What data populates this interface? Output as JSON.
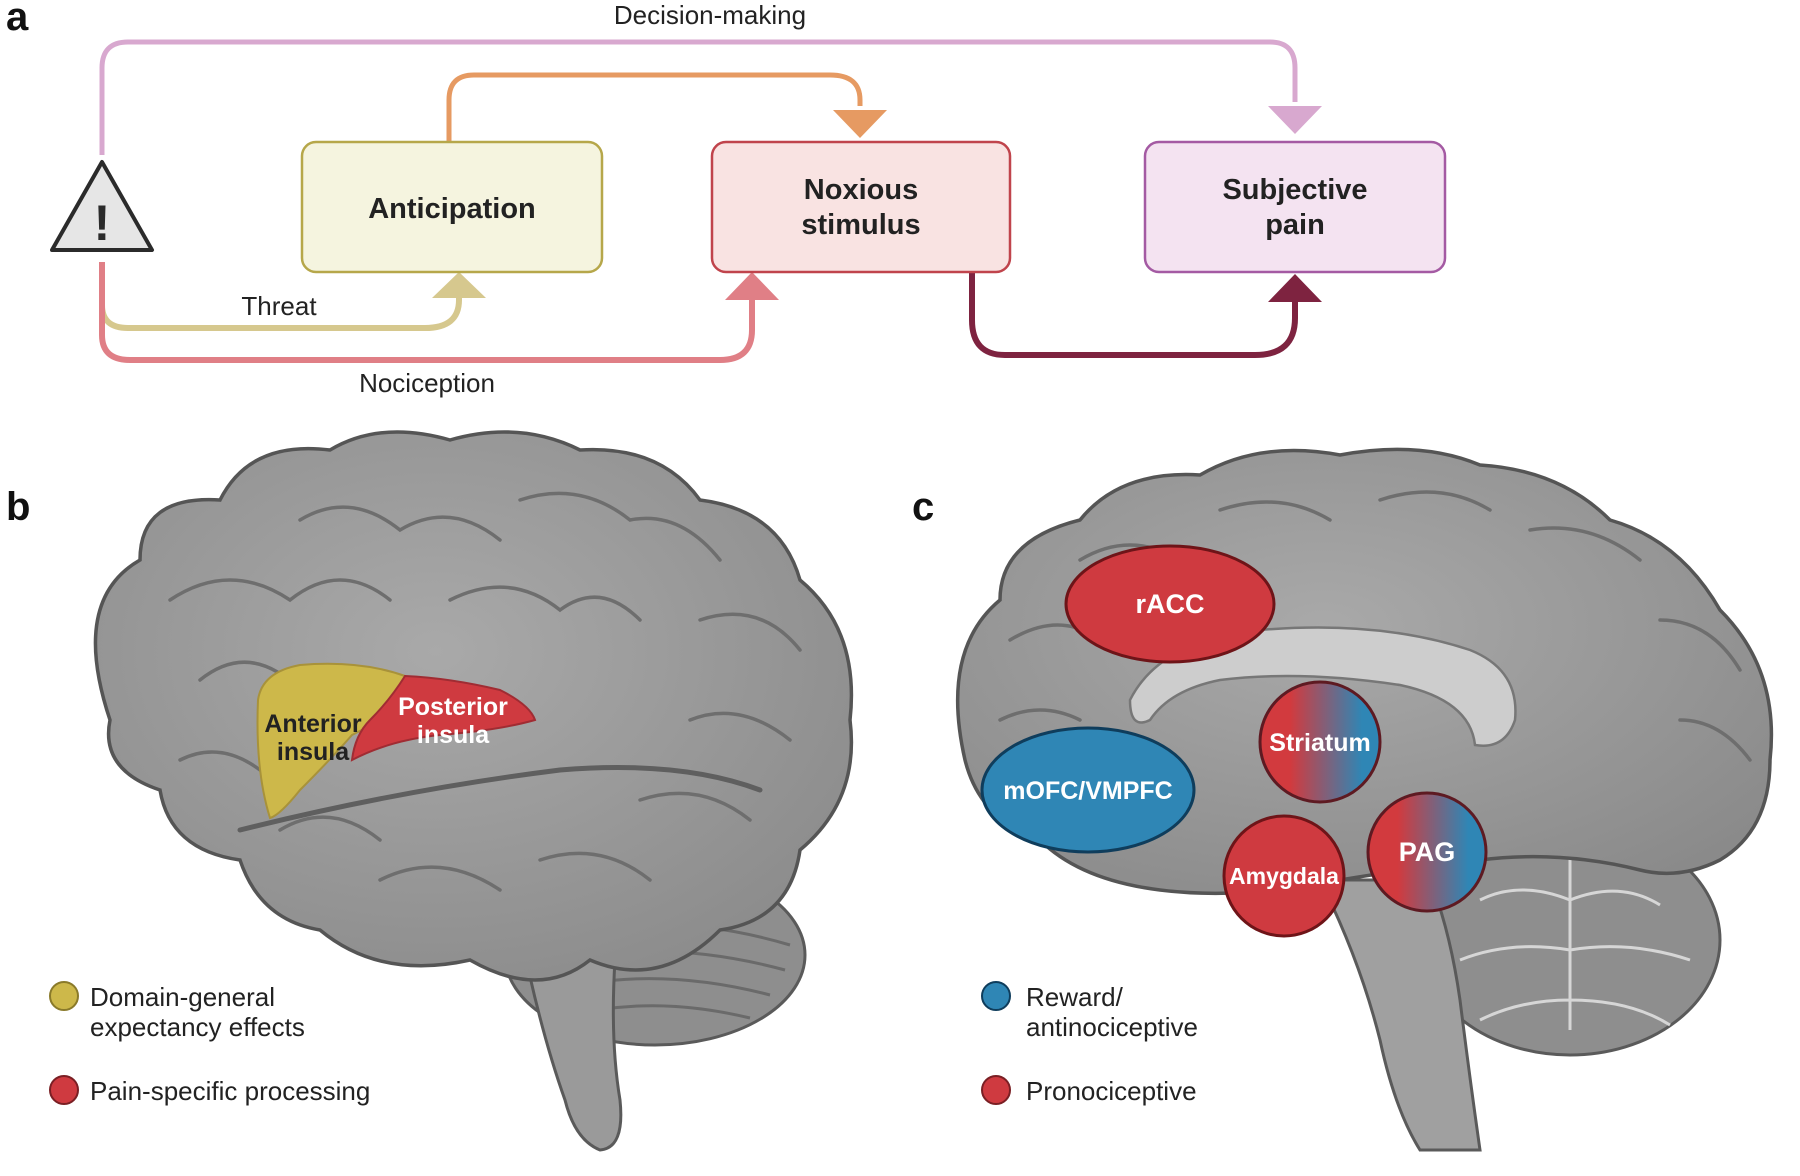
{
  "panels": {
    "a": "a",
    "b": "b",
    "c": "c"
  },
  "panel_a": {
    "warning_symbol": "!",
    "nodes": {
      "anticipation": {
        "label": "Anticipation",
        "fill": "#f5f4df",
        "stroke": "#b6a74a"
      },
      "noxious": {
        "line1": "Noxious",
        "line2": "stimulus",
        "fill": "#f9e3e2",
        "stroke": "#c0444c"
      },
      "subjective": {
        "line1": "Subjective",
        "line2": "pain",
        "fill": "#f4e3f1",
        "stroke": "#a45aa3"
      }
    },
    "edges": {
      "decision": {
        "label": "Decision-making",
        "color": "#d8a8cf"
      },
      "anticipation_to_noxious": {
        "color": "#e69a62"
      },
      "threat": {
        "label": "Threat",
        "color": "#d6c88e"
      },
      "nociception": {
        "label": "Nociception",
        "color": "#e07f86"
      },
      "noxious_to_pain": {
        "color": "#7e2340"
      }
    }
  },
  "panel_b": {
    "regions": {
      "anterior_insula": {
        "line1": "Anterior",
        "line2": "insula",
        "color": "#cdb84a"
      },
      "posterior_insula": {
        "line1": "Posterior",
        "line2": "insula",
        "color": "#cf3a40"
      }
    },
    "legend": [
      {
        "line1": "Domain-general",
        "line2": "expectancy effects",
        "color": "#cdb84a"
      },
      {
        "line1": "Pain-specific processing",
        "line2": "",
        "color": "#cf3a40"
      }
    ]
  },
  "panel_c": {
    "regions": {
      "racc": {
        "label": "rACC",
        "color": "#cf3a40"
      },
      "mofc": {
        "label": "mOFC/VMPFC",
        "color": "#2f86b5"
      },
      "striatum": {
        "label": "Striatum",
        "gradient": [
          "#d23a3e",
          "#2f86b5"
        ]
      },
      "amygdala": {
        "label": "Amygdala",
        "color": "#cf3a40"
      },
      "pag": {
        "label": "PAG",
        "gradient": [
          "#d23a3e",
          "#2f86b5"
        ]
      }
    },
    "legend": [
      {
        "line1": "Reward/",
        "line2": "antinociceptive",
        "color": "#2f86b5"
      },
      {
        "line1": "Pronociceptive",
        "line2": "",
        "color": "#cf3a40"
      }
    ]
  }
}
